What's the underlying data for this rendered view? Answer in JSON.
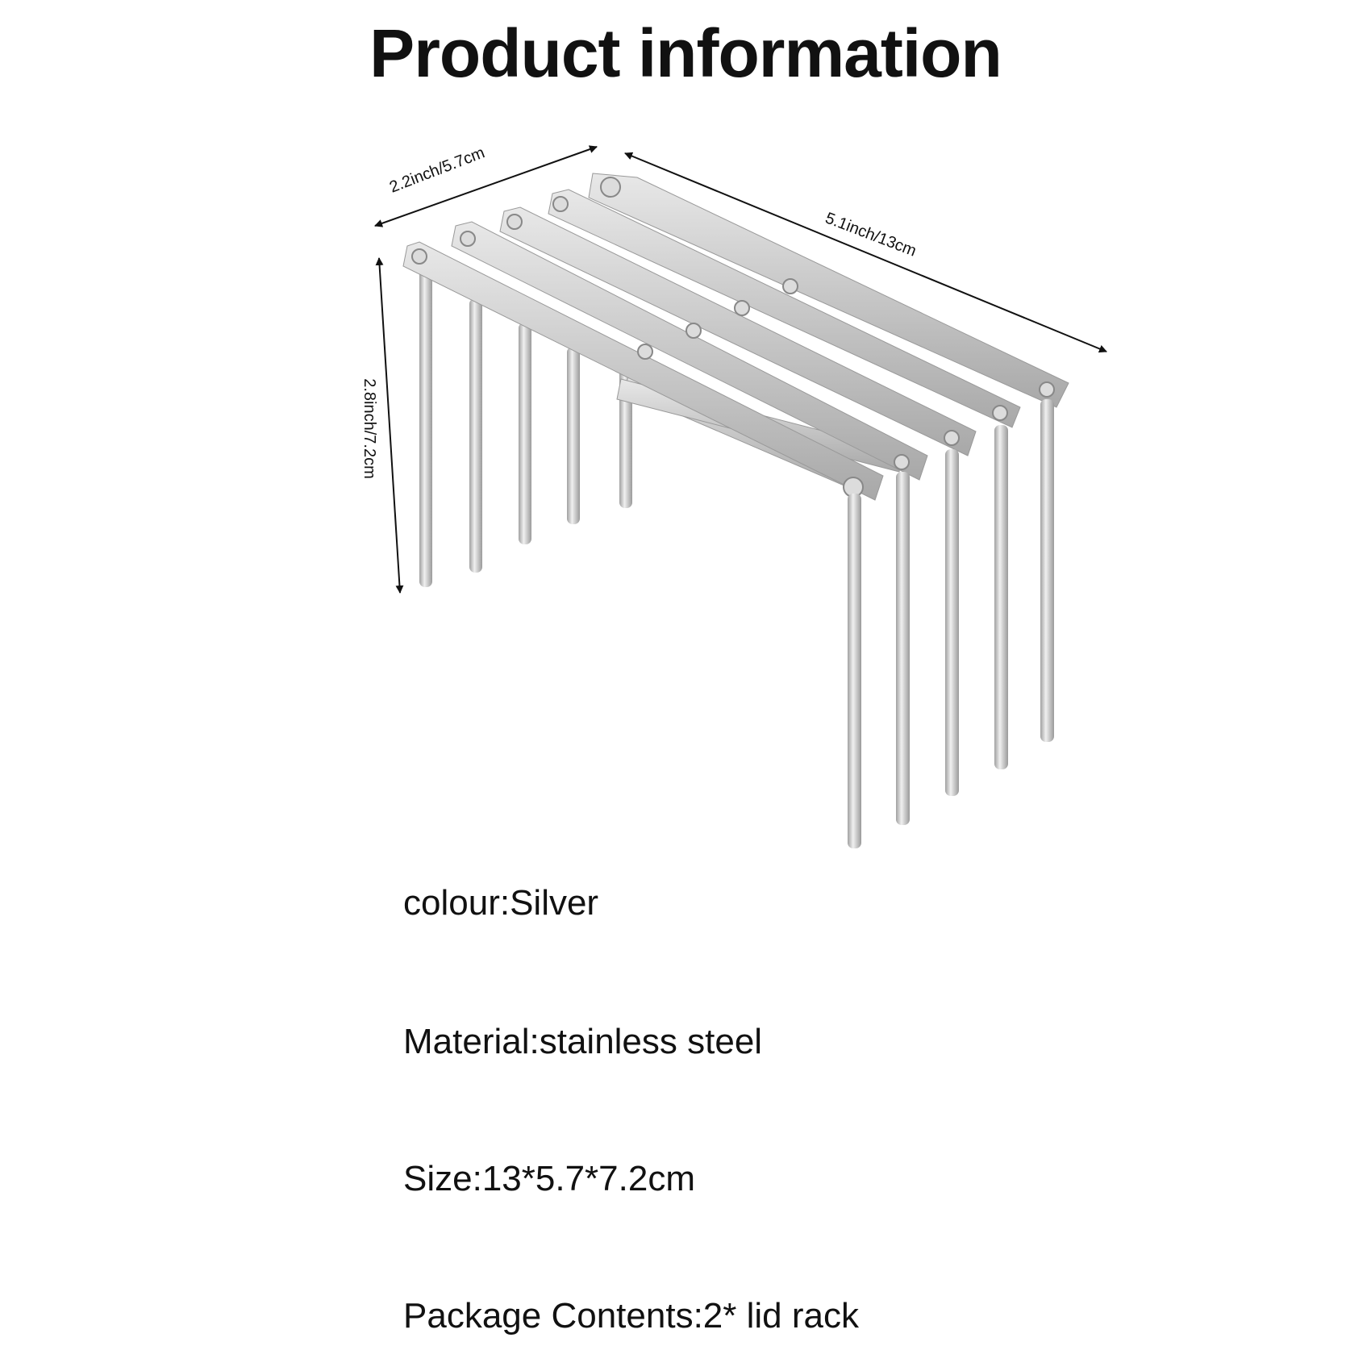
{
  "title": "Product information",
  "dimensions": {
    "width": "2.2inch/5.7cm",
    "length": "5.1inch/13cm",
    "height": "2.8inch/7.2cm"
  },
  "specs": [
    "colour:Silver",
    "Material:stainless steel",
    "Size:13*5.7*7.2cm",
    "Package Contents:2* lid rack"
  ]
}
